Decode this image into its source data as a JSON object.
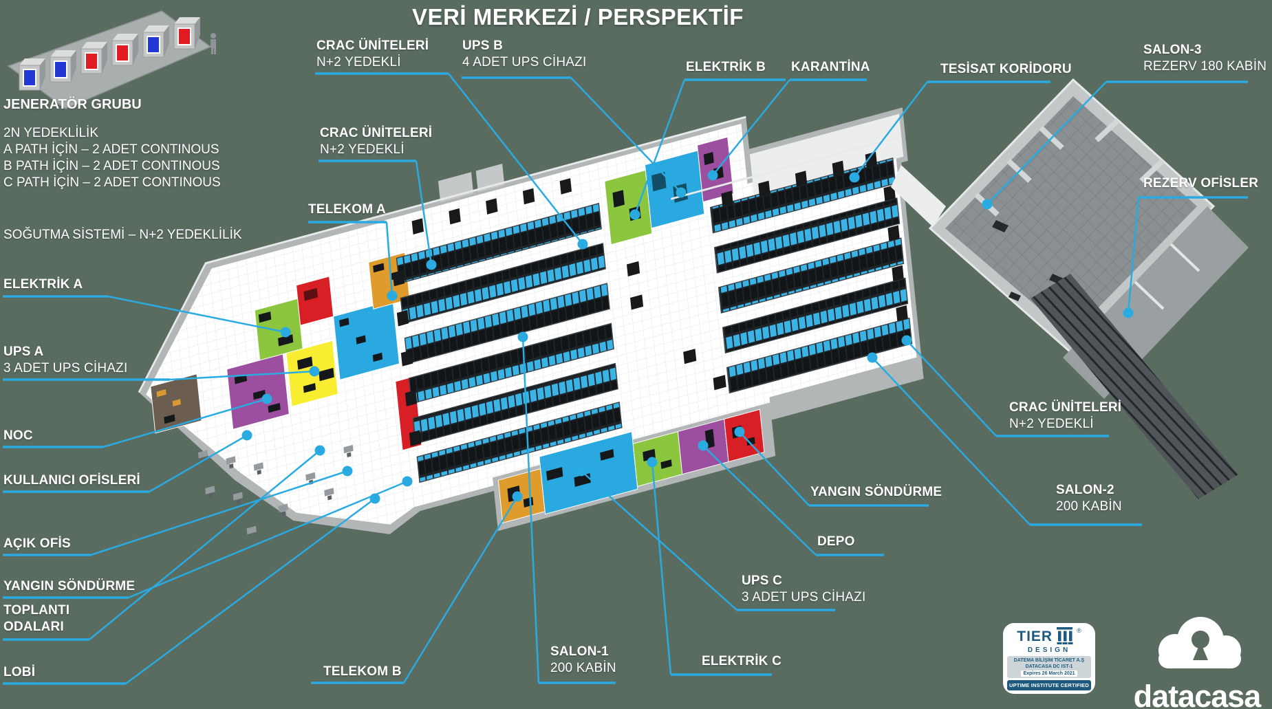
{
  "title": "VERİ MERKEZİ / PERSPEKTİF",
  "accent_color": "#29abe2",
  "background_color": "#5a6b60",
  "generator_group": {
    "title": "JENERATÖR GRUBU",
    "lines": [
      "2N YEDEKLİLİK",
      "A PATH İÇİN – 2 ADET CONTINOUS",
      "B PATH İÇİN – 2 ADET CONTINOUS",
      "C PATH İÇİN – 2 ADET CONTINOUS"
    ],
    "cooling": "SOĞUTMA SİSTEMİ – N+2 YEDEKLİLİK"
  },
  "labels": {
    "elektrik_a": {
      "title": "ELEKTRİK A"
    },
    "ups_a": {
      "title": "UPS A",
      "sub": "3 ADET UPS CİHAZI"
    },
    "noc": {
      "title": "NOC"
    },
    "kullanici_ofisleri": {
      "title": "KULLANICI OFİSLERİ"
    },
    "acik_ofis": {
      "title": "AÇIK OFİS"
    },
    "yangin_sondurme_sol": {
      "title": "YANGIN SÖNDÜRME"
    },
    "toplanti_odalari": {
      "title": "TOPLANTI ODALARI"
    },
    "lobi": {
      "title": "LOBİ"
    },
    "telekom_b": {
      "title": "TELEKOM B"
    },
    "crac_1": {
      "title": "CRAC ÜNİTELERİ",
      "sub": "N+2 YEDEKLİ"
    },
    "crac_2": {
      "title": "CRAC ÜNİTELERİ",
      "sub": "N+2 YEDEKLİ"
    },
    "telekom_a": {
      "title": "TELEKOM A"
    },
    "ups_b": {
      "title": "UPS B",
      "sub": "4 ADET UPS CİHAZI"
    },
    "elektrik_b": {
      "title": "ELEKTRİK B"
    },
    "karantina": {
      "title": "KARANTİNA"
    },
    "tesisat_koridoru": {
      "title": "TESİSAT KORİDORU"
    },
    "salon_3": {
      "title": "SALON-3",
      "sub": "REZERV 180 KABİN"
    },
    "rezerv_ofisler": {
      "title": "REZERV OFİSLER"
    },
    "crac_sag": {
      "title": "CRAC ÜNİTELERİ",
      "sub": "N+2 YEDEKLİ"
    },
    "salon_2": {
      "title": "SALON-2",
      "sub": "200 KABİN"
    },
    "yangin_sondurme_sag": {
      "title": "YANGIN SÖNDÜRME"
    },
    "depo": {
      "title": "DEPO"
    },
    "ups_c": {
      "title": "UPS C",
      "sub": "3 ADET UPS CİHAZI"
    },
    "elektrik_c": {
      "title": "ELEKTRİK C"
    },
    "salon_1": {
      "title": "SALON-1",
      "sub": "200 KABİN"
    }
  },
  "tier_badge": {
    "tier": "TIER",
    "registered": "®",
    "design": "DESIGN",
    "line1": "DATEMA BİLİŞİM TİCARET A.Ş",
    "line2": "DATACASA DC IST-1",
    "line3": "Expires 26 March 2021",
    "footer": "UPTIME INSTITUTE CERTIFIED"
  },
  "brand": {
    "wordmark": "datacasa"
  },
  "map_colors": {
    "rack_cyan": "#3ab4e6",
    "lime_room": "#8cc63f",
    "blue_room": "#2aa9e0",
    "magenta_room": "#9b4f9e",
    "yellow_room": "#f9ed32",
    "orange_room": "#e09b2d",
    "red_room": "#d91f26",
    "floor_white": "#ffffff",
    "wall_gray": "#b2b6b7"
  }
}
